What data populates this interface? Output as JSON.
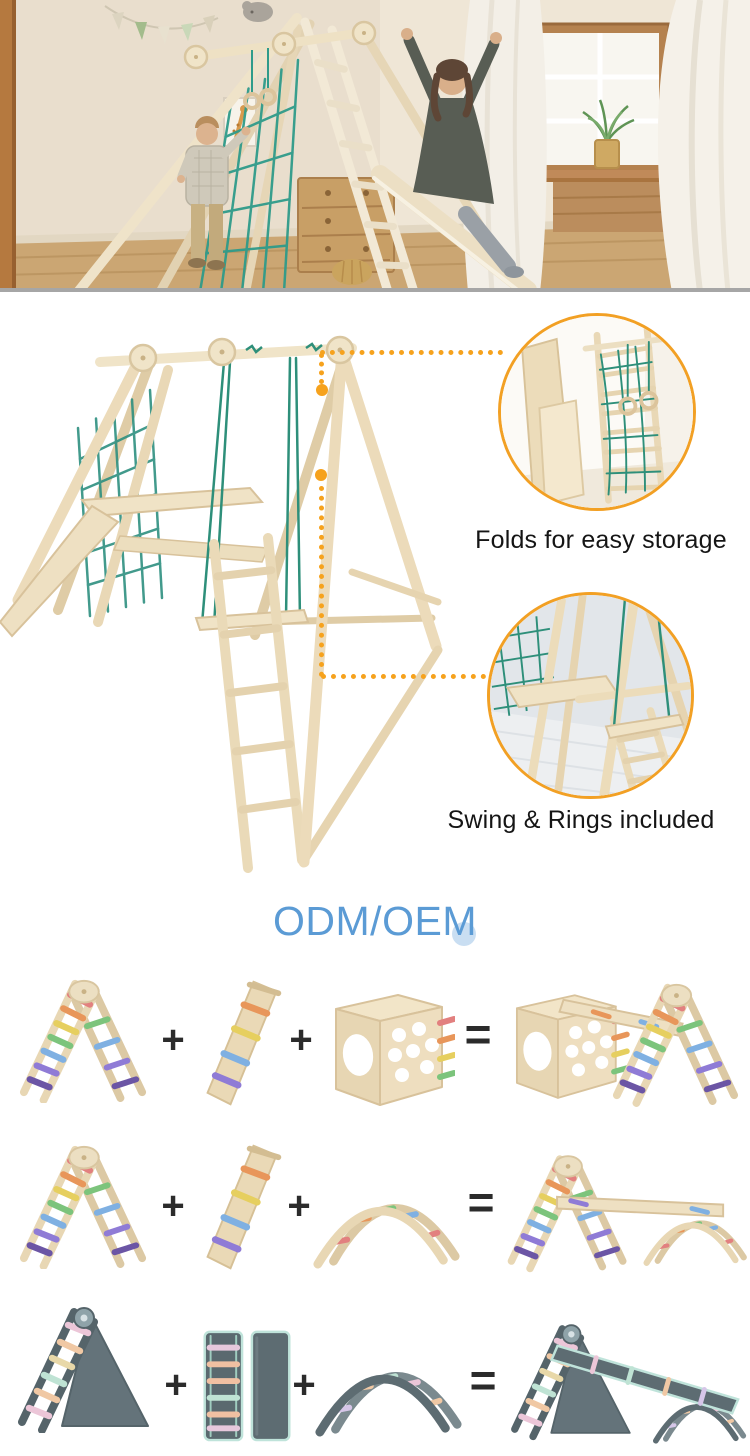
{
  "hero": {
    "image": "children-playing-on-foldable-wooden-climber"
  },
  "features": {
    "connector_color": "#F6A21D",
    "fold": {
      "caption": "Folds for easy storage",
      "image": "folded-frame-leaning-on-wall"
    },
    "swing": {
      "caption": "Swing & Rings included",
      "image": "swing-seat-closeup"
    }
  },
  "odm": {
    "title": "ODM/OEM",
    "text_color": "#5B9BD5",
    "dot_color": "#C9DEF2"
  },
  "combos": {
    "operator_color": "#2B2B2B",
    "rows": [
      {
        "plus1": "+",
        "plus2": "+",
        "equals": "=",
        "items": [
          "rainbow-climbing-triangle",
          "climbing-ramp",
          "climbing-cube-with-holes",
          "cube-ramp-triangle-set"
        ]
      },
      {
        "plus1": "+",
        "plus2": "+",
        "equals": "=",
        "items": [
          "rainbow-climbing-triangle",
          "climbing-ramp",
          "rainbow-climbing-arch",
          "triangle-bridge-arch-set"
        ]
      },
      {
        "plus1": "+",
        "plus2": "+",
        "equals": "=",
        "items": [
          "gray-pastel-climbing-triangle",
          "ramp-boards",
          "pastel-climbing-arch",
          "gray-triangle-ramp-arch-set"
        ]
      }
    ]
  },
  "palette": {
    "accent_orange": "#F6A21D",
    "heading_blue": "#5B9BD5",
    "heading_dot_blue": "#C9DEF2",
    "wood": "#EADAB8",
    "net_green": "#2E8F7A",
    "operator_gray": "#2B2B2B",
    "slate_gray": "#5D6C72",
    "rainbow_rungs": [
      "#E2807F",
      "#E8965A",
      "#E6CF5F",
      "#7CC47C",
      "#7FB0E2",
      "#8F7BD6",
      "#6B55A5"
    ],
    "pastel_rungs": [
      "#ECC6D8",
      "#F0C8A4",
      "#E8D8A8",
      "#BFE3D4",
      "#D6C6E8"
    ]
  }
}
